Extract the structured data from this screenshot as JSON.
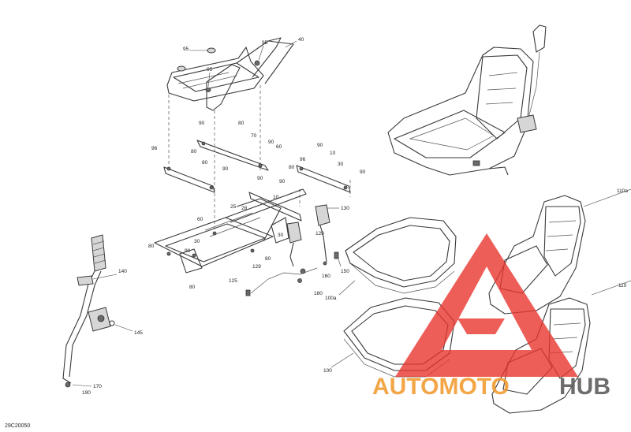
{
  "diagram": {
    "reference_code": "29C20050",
    "callouts": [
      {
        "id": "95a",
        "text": "95"
      },
      {
        "id": "95b",
        "text": "95"
      },
      {
        "id": "95c",
        "text": "95"
      },
      {
        "id": "40",
        "text": "40"
      },
      {
        "id": "90a",
        "text": "90"
      },
      {
        "id": "80a",
        "text": "80"
      },
      {
        "id": "70",
        "text": "70"
      },
      {
        "id": "90b",
        "text": "90"
      },
      {
        "id": "60a",
        "text": "60"
      },
      {
        "id": "96a",
        "text": "96"
      },
      {
        "id": "80b",
        "text": "80"
      },
      {
        "id": "90c",
        "text": "90"
      },
      {
        "id": "80c",
        "text": "80"
      },
      {
        "id": "90d",
        "text": "90"
      },
      {
        "id": "10a",
        "text": "10"
      },
      {
        "id": "96b",
        "text": "96"
      },
      {
        "id": "30a",
        "text": "30"
      },
      {
        "id": "90e",
        "text": "90"
      },
      {
        "id": "90f",
        "text": "90"
      },
      {
        "id": "80d",
        "text": "80"
      },
      {
        "id": "90g",
        "text": "90"
      },
      {
        "id": "10b",
        "text": "10"
      },
      {
        "id": "25",
        "text": "25"
      },
      {
        "id": "28",
        "text": "28"
      },
      {
        "id": "130",
        "text": "130"
      },
      {
        "id": "60b",
        "text": "60"
      },
      {
        "id": "120",
        "text": "120"
      },
      {
        "id": "80e",
        "text": "80"
      },
      {
        "id": "30b",
        "text": "30"
      },
      {
        "id": "90h",
        "text": "90"
      },
      {
        "id": "80f",
        "text": "80"
      },
      {
        "id": "30c",
        "text": "30"
      },
      {
        "id": "80g",
        "text": "80"
      },
      {
        "id": "125",
        "text": "125"
      },
      {
        "id": "129",
        "text": "129"
      },
      {
        "id": "160",
        "text": "160"
      },
      {
        "id": "150",
        "text": "150"
      },
      {
        "id": "180",
        "text": "180"
      },
      {
        "id": "140",
        "text": "140"
      },
      {
        "id": "145",
        "text": "145"
      },
      {
        "id": "170",
        "text": "170"
      },
      {
        "id": "190",
        "text": "190"
      },
      {
        "id": "100a",
        "text": "100a"
      },
      {
        "id": "100",
        "text": "100"
      },
      {
        "id": "110a",
        "text": "110a"
      },
      {
        "id": "110",
        "text": "110"
      }
    ]
  },
  "watermark": {
    "brand": "AUTOMOTOHUB",
    "colors": {
      "triangle": "#e8332c",
      "orange": "#f29a2e",
      "gray": "#5a5a5a"
    }
  }
}
